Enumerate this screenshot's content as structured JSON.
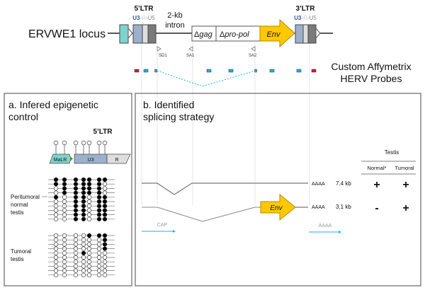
{
  "locus": {
    "label": "ERVWE1 locus",
    "ltr5_title": "5’LTR",
    "ltr3_title": "3’LTR",
    "ltr_parts": {
      "u3": "U3",
      "r": "R",
      "u5": "U5",
      "sep": "-"
    },
    "intron_label_line1": "2-kb",
    "intron_label_line2": "intron",
    "genes": [
      {
        "symbol": "Δ",
        "name": "gag"
      },
      {
        "symbol": "Δ",
        "name": "pro-pol"
      },
      {
        "symbol": "",
        "name": "Env"
      }
    ],
    "splice_sites": [
      "SD1",
      "SA1",
      "SA2"
    ]
  },
  "probes": {
    "label_line1": "Custom Affymetrix",
    "label_line2": "HERV Probes",
    "colors": {
      "control": "#e0141e",
      "probe": "#1ab0e8"
    },
    "items": [
      "control",
      "probe",
      "probe",
      "probe",
      "probe",
      "probe",
      "probe",
      "probe",
      "control"
    ]
  },
  "panel_a": {
    "title_line1": "a. Infered epigenetic",
    "title_line2": "control",
    "ltr_title": "5’LTR",
    "segments": {
      "malr": "MaLR",
      "u3": "U3",
      "r": "R"
    },
    "groups": [
      {
        "label_lines": [
          "Peritumoral",
          "normal",
          "testis"
        ],
        "methylation": [
          [
            1,
            1,
            1,
            1,
            1,
            1,
            1
          ],
          [
            1,
            1,
            1,
            1,
            1,
            1,
            0
          ],
          [
            0,
            1,
            1,
            1,
            1,
            1,
            0
          ],
          [
            0,
            1,
            1,
            1,
            1,
            1,
            0
          ],
          [
            1,
            0,
            1,
            1,
            0,
            1,
            1
          ],
          [
            0,
            0,
            1,
            1,
            0,
            1,
            1
          ],
          [
            0,
            0,
            1,
            1,
            0,
            1,
            1
          ],
          [
            0,
            0,
            1,
            1,
            0,
            1,
            1
          ],
          [
            0,
            0,
            1,
            1,
            0,
            1,
            1
          ],
          [
            0,
            0,
            1,
            1,
            0,
            1,
            1
          ]
        ]
      },
      {
        "label_lines": [
          "Tumoral",
          "testis"
        ],
        "methylation": [
          [
            0,
            0,
            0,
            0,
            1,
            1,
            1
          ],
          [
            0,
            0,
            0,
            0,
            0,
            0,
            1
          ],
          [
            0,
            0,
            0,
            0,
            0,
            0,
            1
          ],
          [
            0,
            0,
            0,
            0,
            0,
            0,
            1
          ],
          [
            0,
            0,
            0,
            1,
            0,
            0,
            0
          ],
          [
            0,
            0,
            0,
            0,
            0,
            0,
            0
          ],
          [
            0,
            0,
            0,
            0,
            0,
            0,
            0
          ],
          [
            0,
            0,
            0,
            0,
            0,
            0,
            0
          ],
          [
            0,
            0,
            0,
            0,
            0,
            0,
            0
          ],
          [
            0,
            0,
            0,
            0,
            0,
            0,
            0
          ]
        ]
      }
    ]
  },
  "panel_b": {
    "title_line1": "b. Identified",
    "title_line2": "splicing strategy",
    "table_header": "Testis",
    "columns": [
      "Normal*",
      "Tumoral"
    ],
    "transcripts": [
      {
        "polyA": "AAAA",
        "size": "7.4 kb",
        "normal": "+",
        "tumoral": "+"
      },
      {
        "polyA": "AAAA",
        "size": "3.1 kb",
        "normal": "-",
        "tumoral": "+"
      }
    ],
    "env_label": "Env",
    "cap_label": "CAP",
    "polyA_label": "AAAA"
  },
  "colors": {
    "malr": "#7fd3cc",
    "u3": "#9cb0cc",
    "r": "#dedede",
    "u5": "#7a7a7a",
    "env": "#ffc800",
    "u3_text": "#2f5597",
    "arrow_blue": "#1ab0e8"
  }
}
